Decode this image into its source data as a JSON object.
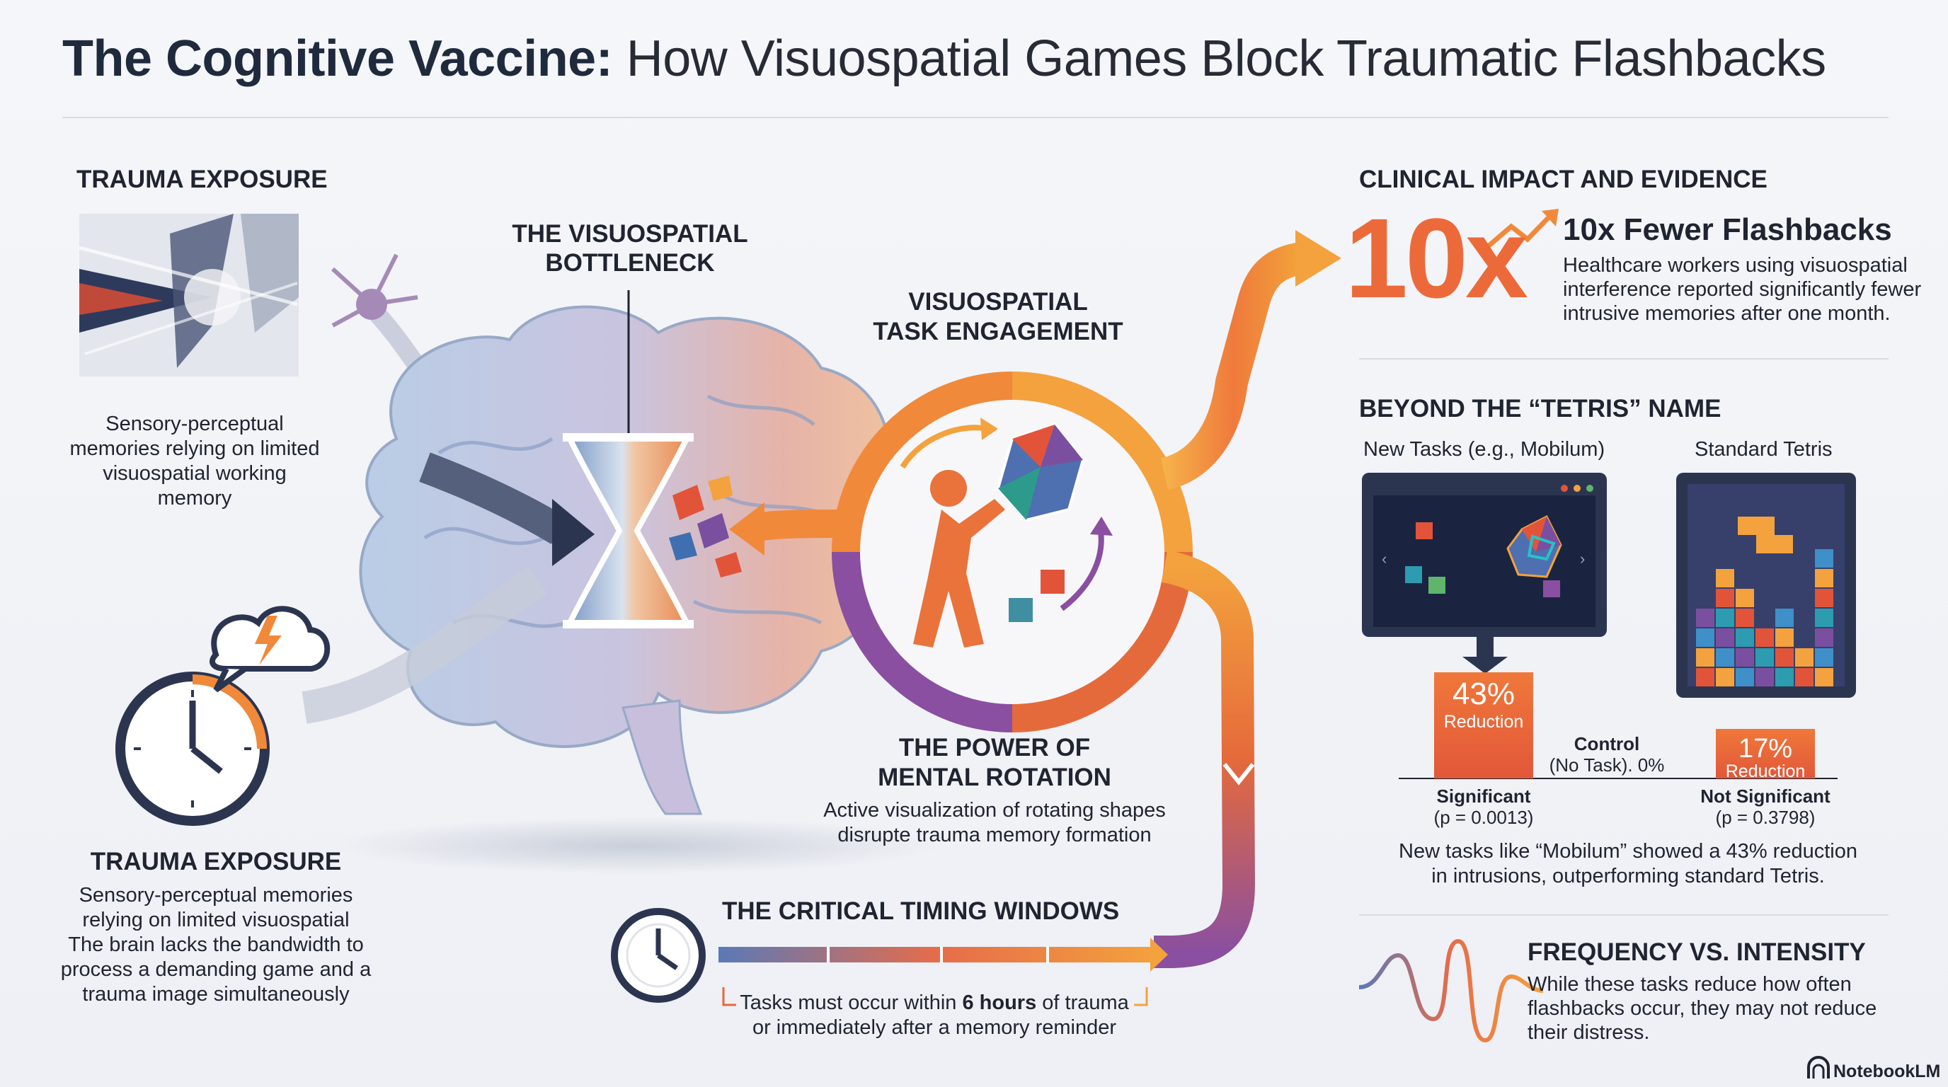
{
  "header": {
    "title_bold": "The Cognitive Vaccine:",
    "title_rest": "How Visuospatial Games Block Traumatic Flashbacks"
  },
  "left": {
    "top_heading": "TRAUMA EXPOSURE",
    "top_body": [
      "Sensory-perceptual",
      "memories relying on limited",
      "visuospatial working",
      "memory"
    ],
    "bottom_heading": "TRAUMA EXPOSURE",
    "bottom_body": [
      "Sensory-perceptual memories",
      "relying on limited visuospatial",
      "The brain lacks the bandwidth to",
      "process a demanding game and a",
      "trauma image simultaneously"
    ]
  },
  "center": {
    "bottleneck_heading": [
      "THE VISUOSPATIAL",
      "BOTTLENECK"
    ],
    "task_heading": [
      "VISUOSPATIAL",
      "TASK ENGAGEMENT"
    ],
    "rotation_heading": [
      "THE POWER OF",
      "MENTAL ROTATION"
    ],
    "rotation_body": [
      "Active visualization of rotating shapes",
      "disrupte trauma memory formation"
    ],
    "timing_heading": "THE CRITICAL TIMING WINDOWS",
    "timing_body_pre": "Tasks must occur within ",
    "timing_body_bold": "6 hours",
    "timing_body_post": " of trauma",
    "timing_body_line2": "or immediately after a memory reminder"
  },
  "right": {
    "clinical_heading": "CLINICAL IMPACT AND EVIDENCE",
    "big_number": "10x",
    "impact_heading": "10x Fewer Flashbacks",
    "impact_body": [
      "Healthcare workers using visuospatial",
      "interference reported significantly fewer",
      "intrusive memories after one month."
    ],
    "beyond_heading": "BEYOND THE “TETRIS” NAME",
    "new_tasks_label": "New Tasks (e.g., Mobilum)",
    "tetris_label": "Standard Tetris",
    "control_label": [
      "Control",
      "(No Task). 0%"
    ],
    "summary": [
      "New tasks like “Mobilum” showed a 43% reduction",
      "in intrusions, outperforming standard Tetris."
    ],
    "freq_heading": "FREQUENCY VS. INTENSITY",
    "freq_body": [
      "While these tasks reduce how often",
      "flashbacks occur, they may not reduce",
      "their distress."
    ],
    "brand": "NotebookLM"
  },
  "chart_data": {
    "type": "bar",
    "categories": [
      "New Tasks (e.g., Mobilum)",
      "Control (No Task)",
      "Standard Tetris"
    ],
    "values": [
      43,
      0,
      17
    ],
    "value_labels": [
      "43%",
      "0%",
      "17%"
    ],
    "bar_caption": "Reduction",
    "significance": [
      {
        "label": "Significant",
        "p": "(p = 0.0013)"
      },
      {
        "label": "",
        "p": ""
      },
      {
        "label": "Not Significant",
        "p": "(p = 0.3798)"
      }
    ]
  },
  "colors": {
    "accent_orange": "#f08a2a",
    "accent_red": "#e2543a",
    "accent_purple": "#7b4fa0",
    "navy": "#2c3550",
    "brain_blue": "#9fb8d8"
  }
}
